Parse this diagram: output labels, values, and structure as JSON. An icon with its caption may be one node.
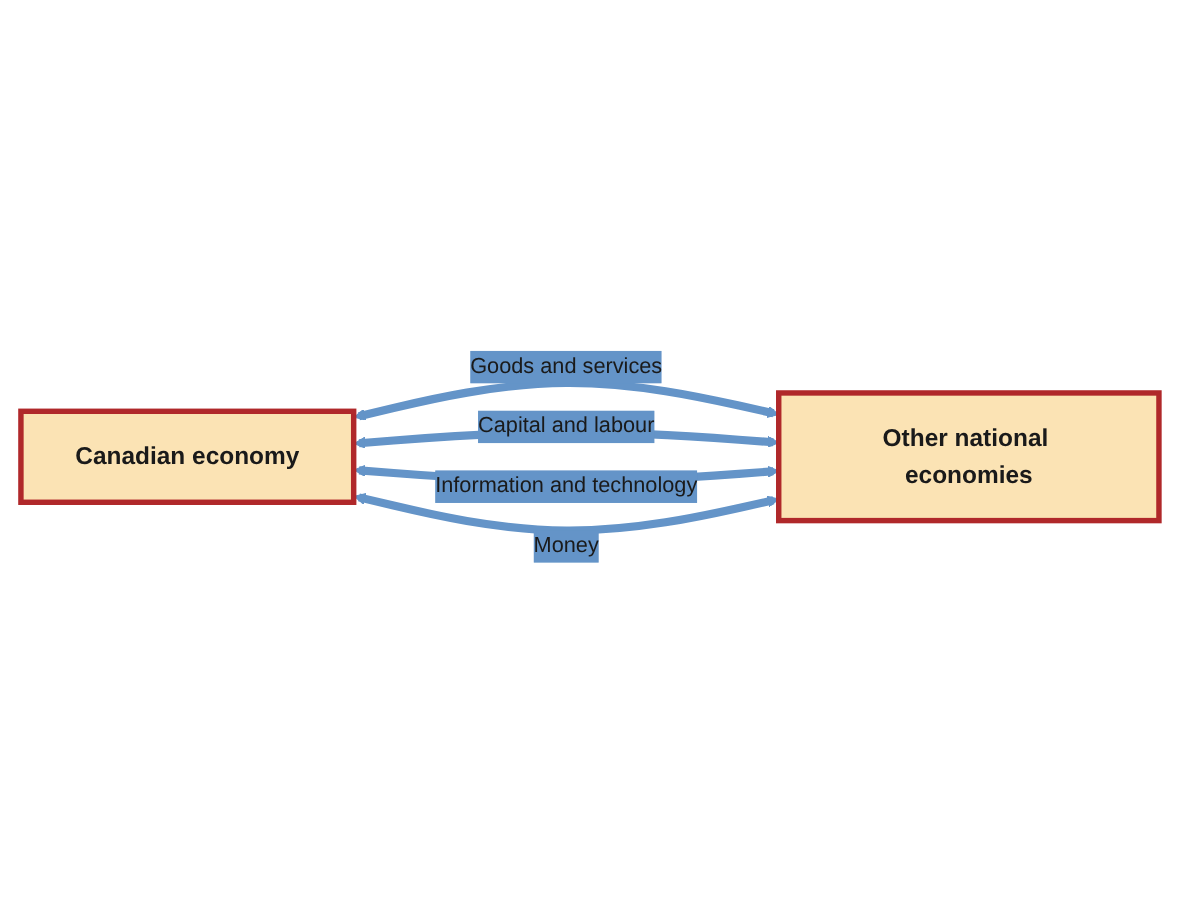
{
  "diagram": {
    "nodes": [
      {
        "text": [
          "Canadian economy"
        ]
      },
      {
        "text": [
          "Other national economies"
        ]
      }
    ],
    "edges": [
      {
        "from": 0,
        "to": 1,
        "arrow": "both",
        "label": "Goods and services"
      },
      {
        "from": 0,
        "to": 1,
        "arrow": "both",
        "label": "Capital and labour"
      },
      {
        "from": 0,
        "to": 1,
        "arrow": "both",
        "label": "Information and technology"
      },
      {
        "from": 0,
        "to": 1,
        "arrow": "both",
        "label": "Money"
      }
    ]
  }
}
